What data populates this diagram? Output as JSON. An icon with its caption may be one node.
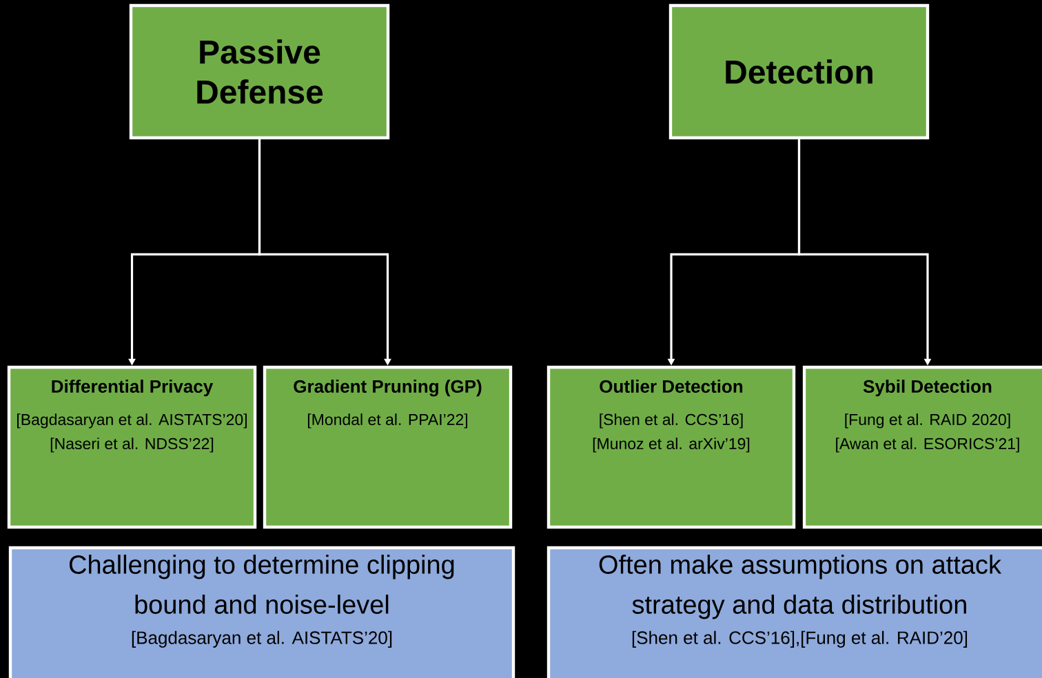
{
  "diagram": {
    "nodes": [
      {
        "text": [
          "Passive Defense"
        ]
      },
      {
        "text": [
          "Detection"
        ]
      },
      {
        "text": [
          "Differential Privacy",
          "[Bagdasaryan et al. AISTATS’20]",
          "[Naseri et al. NDSS’22]"
        ]
      },
      {
        "text": [
          "Gradient Pruning (GP)",
          "[Mondal et al. PPAI’22]"
        ]
      },
      {
        "text": [
          "Outlier Detection",
          "[Shen et al. CCS’16]",
          "[Munoz et al. arXiv’19]"
        ]
      },
      {
        "text": [
          "Sybil Detection",
          "[Fung et al. RAID 2020]",
          "[Awan et al. ESORICS’21]"
        ]
      },
      {
        "text": [
          "Challenging to determine clipping bound and noise-level",
          "[Bagdasaryan et al. AISTATS’20]"
        ]
      },
      {
        "text": [
          "Often make assumptions on attack strategy and data distribution",
          "[Shen et al. CCS’16],[Fung et al. RAID’20]"
        ]
      }
    ],
    "edges": [
      {
        "from": 0,
        "to": 2,
        "arrow": "to"
      },
      {
        "from": 0,
        "to": 3,
        "arrow": "to"
      },
      {
        "from": 1,
        "to": 4,
        "arrow": "to"
      },
      {
        "from": 1,
        "to": 5,
        "arrow": "to"
      }
    ]
  }
}
